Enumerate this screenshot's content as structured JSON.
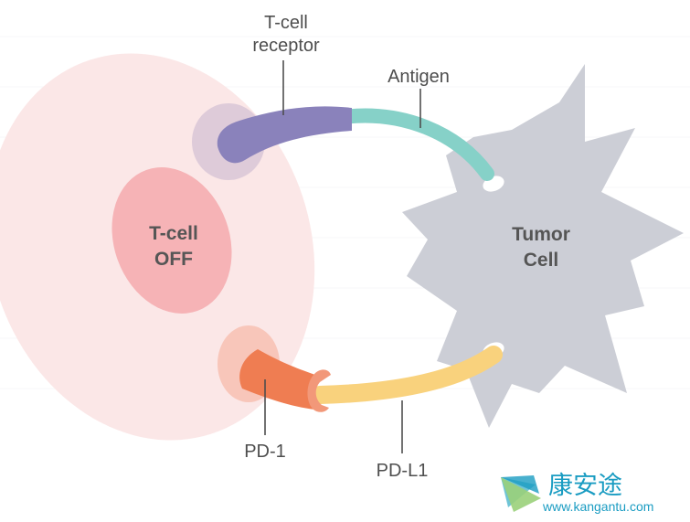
{
  "diagram": {
    "labels": {
      "tcell_receptor_line1": "T-cell",
      "tcell_receptor_line2": "receptor",
      "antigen": "Antigen",
      "tcell_line1": "T-cell",
      "tcell_line2": "OFF",
      "tumor_line1": "Tumor",
      "tumor_line2": "Cell",
      "pd1": "PD-1",
      "pdl1": "PD-L1"
    },
    "colors": {
      "tcell_outer": "#fbe3e3",
      "tcell_nucleus": "#f6b6b8",
      "tumor_cell": "#ccced6",
      "receptor": "#8a82bb",
      "antigen": "#86d1c8",
      "pd1": "#ef7d52",
      "pdl1": "#f9d27d",
      "watermark": "#1a9cc2"
    }
  },
  "watermark": {
    "logo": "fan-logo-icon",
    "chinese_text": "康安途",
    "url": "www.kangantu.com"
  }
}
